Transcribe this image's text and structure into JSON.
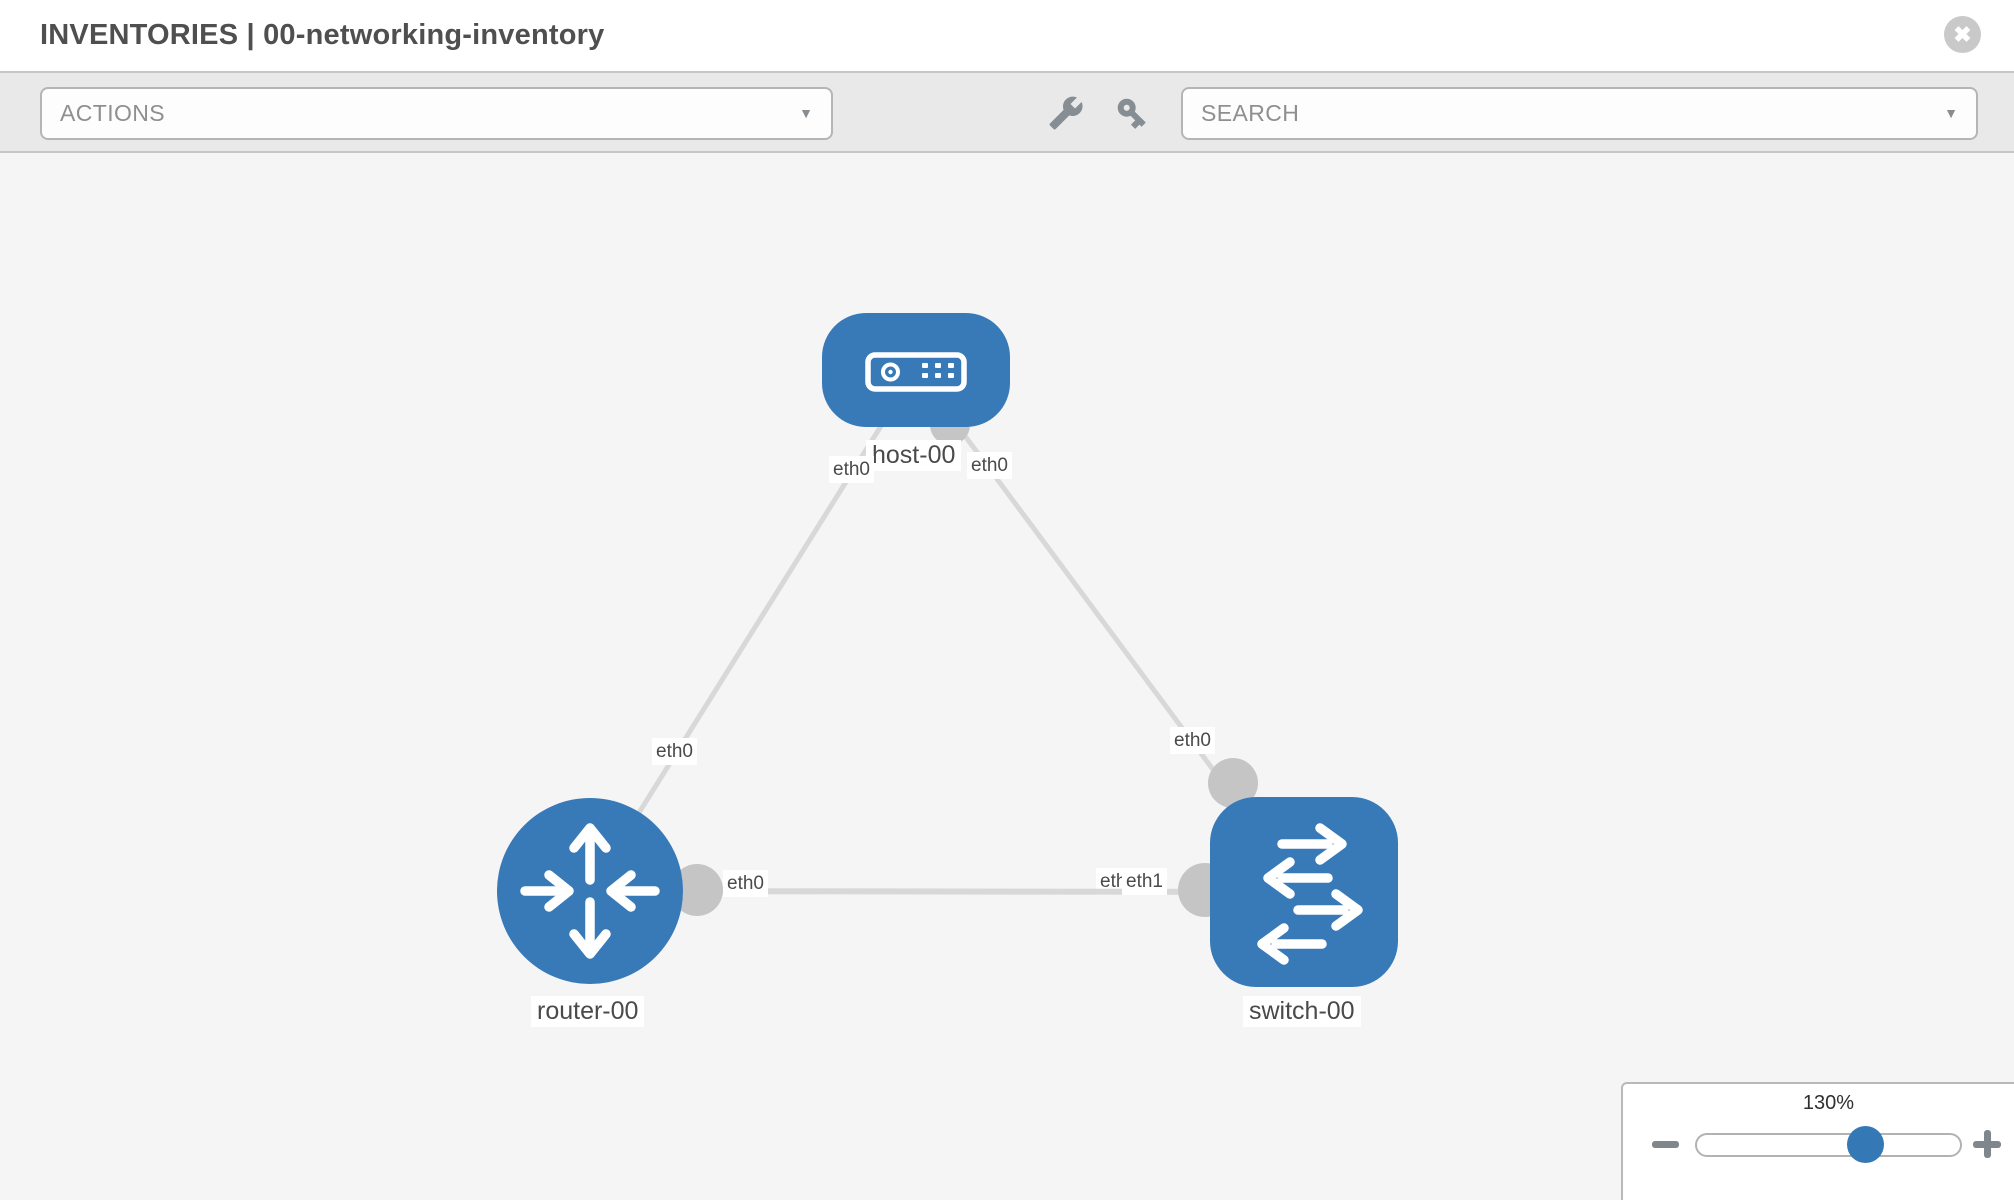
{
  "header": {
    "title": "INVENTORIES | 00-networking-inventory"
  },
  "toolbar": {
    "actions_label": "ACTIONS",
    "search_placeholder": "SEARCH"
  },
  "topology": {
    "nodes": [
      {
        "id": "host-00",
        "label": "host-00",
        "type": "host"
      },
      {
        "id": "router-00",
        "label": "router-00",
        "type": "router"
      },
      {
        "id": "switch-00",
        "label": "switch-00",
        "type": "switch"
      }
    ],
    "interface_labels": [
      {
        "id": "host-eth0-left",
        "text": "eth0"
      },
      {
        "id": "host-eth0-right",
        "text": "eth0"
      },
      {
        "id": "router-eth0-top",
        "text": "eth0"
      },
      {
        "id": "switch-eth0-top",
        "text": "eth0"
      },
      {
        "id": "router-eth0-right",
        "text": "eth0"
      },
      {
        "id": "switch-eth0-left",
        "text": "eth0"
      },
      {
        "id": "switch-eth1-left",
        "text": "eth1"
      }
    ],
    "links": [
      {
        "source": "host-00",
        "source_interface": "eth0",
        "target": "router-00",
        "target_interface": "eth0"
      },
      {
        "source": "host-00",
        "source_interface": "eth0",
        "target": "switch-00",
        "target_interface": "eth0"
      },
      {
        "source": "router-00",
        "source_interface": "eth0",
        "target": "switch-00",
        "target_interface": "eth1"
      }
    ]
  },
  "zoom_control": {
    "value": "130%"
  },
  "colors": {
    "node_blue": "#3879b8",
    "link_gray": "#d8d8d8",
    "connector_gray": "#c5c5c5",
    "canvas_bg": "#f5f5f5",
    "toolbar_bg": "#e9e9e9",
    "slider_handle_blue": "#3478b6"
  }
}
